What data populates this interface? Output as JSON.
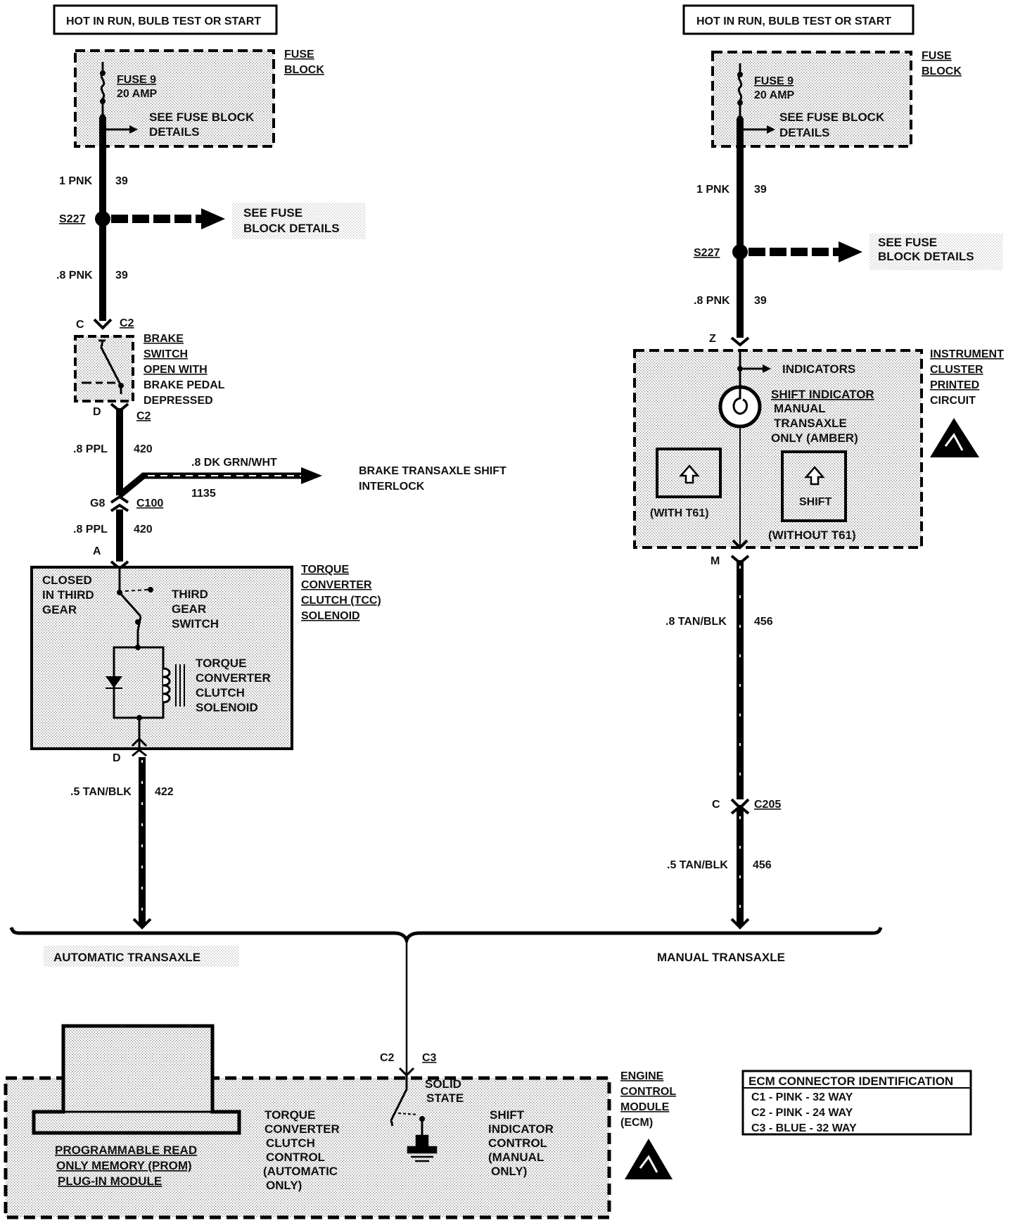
{
  "left": {
    "power_title": "HOT IN RUN, BULB TEST OR START",
    "fuse_block_label": [
      "FUSE",
      "BLOCK"
    ],
    "fuse_name": "FUSE 9",
    "fuse_rating": "20 AMP",
    "fuse_details": [
      "SEE FUSE  BLOCK",
      "DETAILS"
    ],
    "wire1_color": "1 PNK",
    "wire1_circuit": "39",
    "splice": "S227",
    "splice_note": [
      "SEE FUSE",
      "BLOCK DETAILS"
    ],
    "wire2_color": ".8 PNK",
    "wire2_circuit": "39",
    "brake_pin_top": "C",
    "brake_conn_top": "C2",
    "brake_label": [
      "BRAKE",
      "SWITCH",
      "OPEN WITH",
      "BRAKE PEDAL",
      "DEPRESSED"
    ],
    "brake_pin_bottom": "D",
    "brake_conn_bottom": "C2",
    "wire3_color": ".8 PPL",
    "wire3_circuit": "420",
    "branch_color": ".8 DK GRN/WHT",
    "branch_circuit": "1135",
    "branch_dest": [
      "BRAKE TRANSAXLE SHIFT",
      "INTERLOCK"
    ],
    "c100_pin": "G8",
    "c100_conn": "C100",
    "wire4_color": ".8 PPL",
    "wire4_circuit": "420",
    "tcc_pin_top": "A",
    "tcc_title": [
      "TORQUE",
      "CONVERTER",
      "CLUTCH (TCC)",
      "SOLENOID"
    ],
    "closed_label": [
      "CLOSED",
      "IN THIRD",
      "GEAR"
    ],
    "third_gear_label": [
      "THIRD",
      "GEAR",
      "SWITCH"
    ],
    "solenoid_label": [
      "TORQUE",
      "CONVERTER",
      "CLUTCH",
      "SOLENOID"
    ],
    "tcc_pin_bottom": "D",
    "wire5_color": ".5 TAN/BLK",
    "wire5_circuit": "422"
  },
  "right": {
    "power_title": "HOT IN RUN, BULB TEST OR START",
    "fuse_block_label": [
      "FUSE",
      "BLOCK"
    ],
    "fuse_name": "FUSE 9",
    "fuse_rating": "20 AMP",
    "fuse_details": [
      "SEE FUSE  BLOCK",
      "DETAILS"
    ],
    "wire1_color": "1 PNK",
    "wire1_circuit": "39",
    "splice": "S227",
    "splice_note": [
      "SEE FUSE",
      "BLOCK DETAILS"
    ],
    "wire2_color": ".8 PNK",
    "wire2_circuit": "39",
    "cluster_pin_top": "Z",
    "indicators": "INDICATORS",
    "shift_indicator": "SHIFT INDICATOR",
    "shift_indicator_note": [
      "MANUAL",
      "TRANSAXLE",
      "ONLY (AMBER)"
    ],
    "with_t61": "(WITH T61)",
    "shift_text": "SHIFT",
    "without_t61": "(WITHOUT T61)",
    "cluster_label": [
      "INSTRUMENT",
      "CLUSTER",
      "PRINTED",
      "CIRCUIT"
    ],
    "cluster_pin_bottom": "M",
    "wire3_color": ".8 TAN/BLK",
    "wire3_circuit": "456",
    "c205_pin": "C",
    "c205_conn": "C205",
    "wire4_color": ".5 TAN/BLK",
    "wire4_circuit": "456"
  },
  "bus": {
    "automatic": "AUTOMATIC TRANSAXLE",
    "manual": "MANUAL TRANSAXLE"
  },
  "ecm": {
    "conn_c2": "C2",
    "conn_c3": "C3",
    "solid_state": [
      "SOLID",
      "STATE"
    ],
    "prom": [
      "PROGRAMMABLE  READ",
      "ONLY MEMORY (PROM)",
      "PLUG-IN MODULE"
    ],
    "tcc_control": [
      "TORQUE",
      "CONVERTER",
      "CLUTCH",
      "CONTROL",
      "(AUTOMATIC",
      "ONLY)"
    ],
    "shift_control": [
      "SHIFT",
      "INDICATOR",
      "CONTROL",
      "(MANUAL",
      "ONLY)"
    ],
    "module_label": [
      "ENGINE",
      "CONTROL",
      "MODULE",
      "(ECM)"
    ]
  },
  "ecm_id": {
    "title": "ECM CONNECTOR IDENTIFICATION",
    "rows": [
      "C1 - PINK - 32 WAY",
      "C2 - PINK - 24 WAY",
      "C3 - BLUE - 32 WAY"
    ]
  }
}
